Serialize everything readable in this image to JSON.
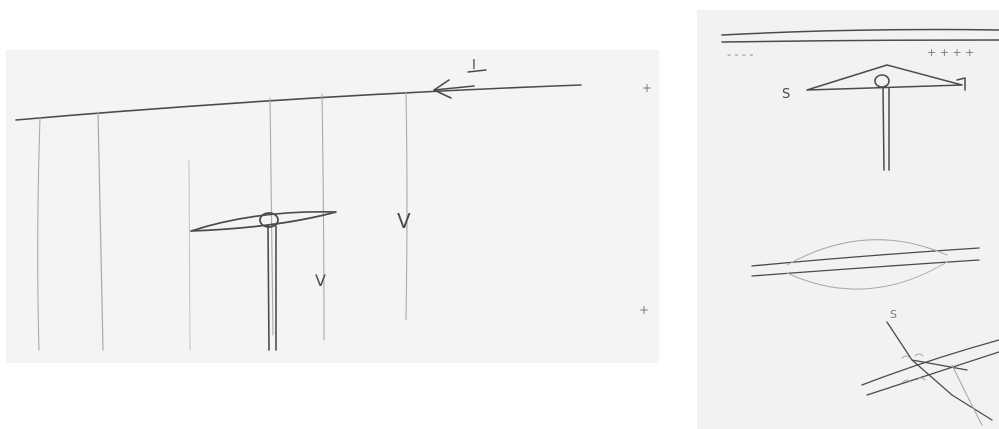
{
  "left_sketch": {
    "current_label": "I",
    "velocity_label_upper": "V",
    "velocity_label_lower": "V",
    "edge_mark_top": "+",
    "edge_mark_bottom": "+"
  },
  "right_sketch": {
    "charge_left": "- - - -",
    "charge_right": "+ + + +",
    "label_s_top": "S",
    "label_s_bottom": "S"
  },
  "colors": {
    "paper": "#f4f4f4",
    "pencil": "#4b4b4b",
    "pencil_light": "#a9a9a9"
  }
}
